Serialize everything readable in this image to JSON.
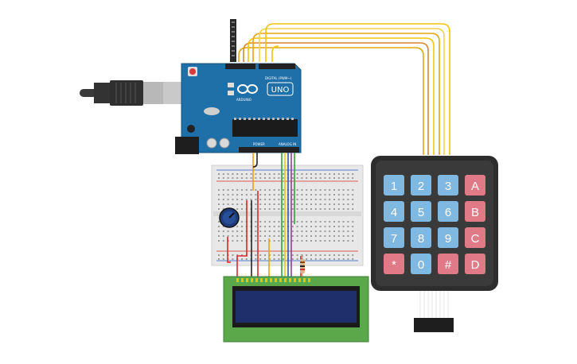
{
  "arduino": {
    "logo_text": "ARDUINO",
    "model": "UNO",
    "digital_label": "DIGITAL (PWM~)",
    "power_label": "POWER",
    "analog_label": "ANALOG IN",
    "board_color": "#1f6fa8"
  },
  "keypad": {
    "keys": [
      "1",
      "2",
      "3",
      "A",
      "4",
      "5",
      "6",
      "B",
      "7",
      "8",
      "9",
      "C",
      "*",
      "0",
      "#",
      "D"
    ],
    "number_key_color": "#7fb8e0",
    "letter_key_color": "#e07a86",
    "body_color": "#2d2d2d"
  },
  "lcd": {
    "pcb_color": "#5aa84a",
    "screen_color": "#1e2f6b"
  },
  "wires": {
    "colors": [
      "#e6a50f",
      "#f2c40f",
      "#d9862a",
      "#f2d34a",
      "#2ea52e",
      "#2b57c8",
      "#8a3fa0",
      "#d92b2b",
      "#222222"
    ]
  }
}
